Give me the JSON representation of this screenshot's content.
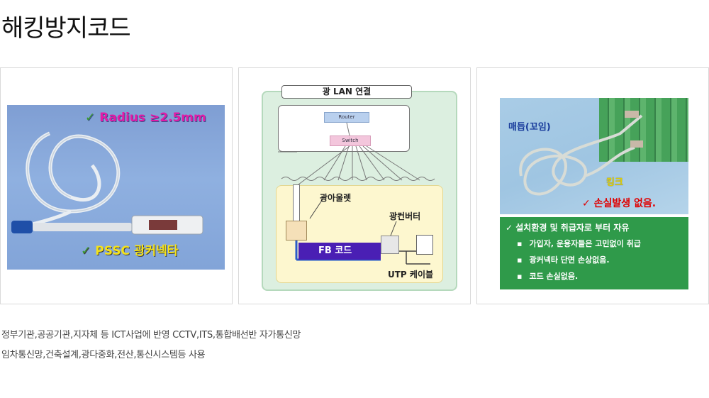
{
  "page": {
    "title": "해킹방지코드"
  },
  "panels": {
    "cable": {
      "label_radius": "Radius ≥2.5mm",
      "label_pssc": "PSSC 광커넥타",
      "check": "✓"
    },
    "diagram": {
      "title": "광 LAN 연결",
      "router": "Router",
      "switch": "Switch",
      "outlet": "광아울렛",
      "converter": "광컨버터",
      "fb_code": "FB 코드",
      "utp": "UTP 케이블"
    },
    "photo": {
      "label_maedeup": "매듭(꼬임)",
      "label_kink": "킹크",
      "label_loss": "✓ 손실발생 없음.",
      "list_head": "✓ 설치환경 및 취급자로 부터 자유",
      "list_items": [
        "가입자, 운용자들은 고민없이 취급",
        "광커넥타 단면 손상없음.",
        "코드 손실없음."
      ],
      "bullet": "▪"
    }
  },
  "description": {
    "line1": "정부기관,공공기관,지자체 등 ICT사업에 반영  CCTV,ITS,통합배선반 자가통신망",
    "line2": "임차통신망,건축설계,광다중화,전산,통신시스템등 사용"
  }
}
